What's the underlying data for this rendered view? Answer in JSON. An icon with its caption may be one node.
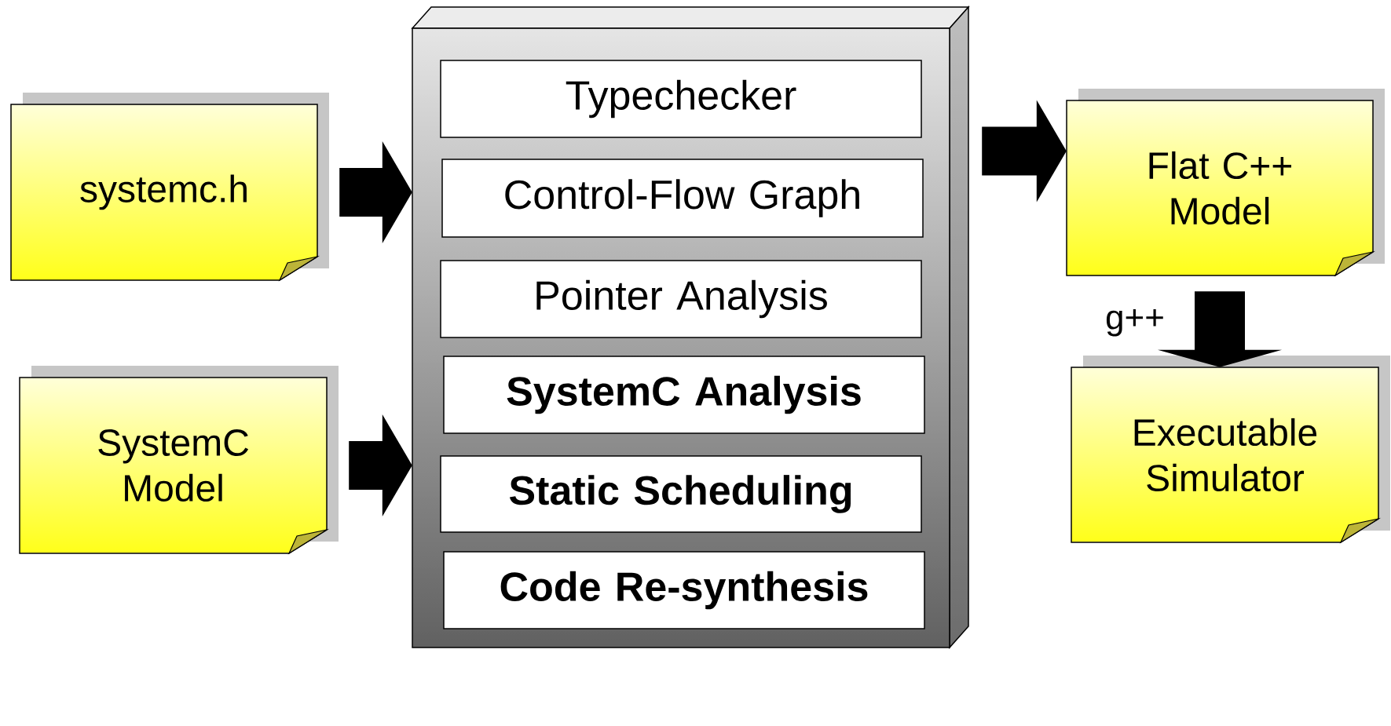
{
  "diagram": {
    "nodes": [
      {
        "text": [
          "systemc.h"
        ]
      },
      {
        "text": [
          "SystemC Model"
        ]
      },
      {
        "text": [],
        "shape": "box"
      },
      {
        "text": [
          "Typechecker"
        ],
        "in": 2
      },
      {
        "text": [
          "Control-Flow Graph"
        ],
        "in": 2
      },
      {
        "text": [
          "Pointer Analysis"
        ],
        "in": 2
      },
      {
        "text": [
          "SystemC Analysis"
        ],
        "in": 2
      },
      {
        "text": [
          "Static Scheduling"
        ],
        "in": 2
      },
      {
        "text": [
          "Code Re-synthesis"
        ],
        "in": 2
      },
      {
        "text": [
          "Flat C++ Model"
        ]
      },
      {
        "text": [
          "Executable Simulator"
        ]
      }
    ],
    "edges": [
      {
        "from": 0,
        "to": 2,
        "arrow": "to"
      },
      {
        "from": 1,
        "to": 2,
        "arrow": "to"
      },
      {
        "from": 2,
        "to": 9,
        "arrow": "to"
      },
      {
        "from": 9,
        "to": 10,
        "arrow": "to",
        "label": "g++"
      }
    ]
  }
}
